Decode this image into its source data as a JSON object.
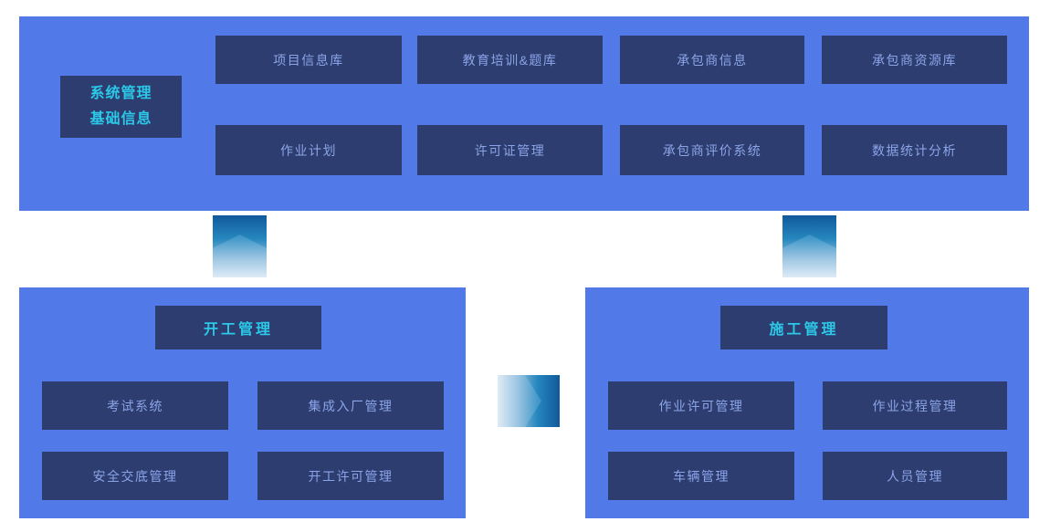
{
  "colors": {
    "page_background": "#FFFFFF",
    "panel_background": "#517AE8",
    "box_background": "#2E3D6F",
    "title_text": "#2BC8E8",
    "label_text": "#8BA4E8",
    "connector_dark": "#11599B",
    "connector_mid": "#2687BE",
    "connector_light": "#DAE8F4"
  },
  "top_panel": {
    "label_line1": "系统管理",
    "label_line2": "基础信息",
    "row1": [
      "项目信息库",
      "教育培训&题库",
      "承包商信息",
      "承包商资源库"
    ],
    "row2": [
      "作业计划",
      "许可证管理",
      "承包商评价系统",
      "数据统计分析"
    ]
  },
  "start_panel": {
    "title": "开工管理",
    "row1": [
      "考试系统",
      "集成入厂管理"
    ],
    "row2": [
      "安全交底管理",
      "开工许可管理"
    ]
  },
  "construction_panel": {
    "title": "施工管理",
    "row1": [
      "作业许可管理",
      "作业过程管理"
    ],
    "row2": [
      "车辆管理",
      "人员管理"
    ]
  }
}
